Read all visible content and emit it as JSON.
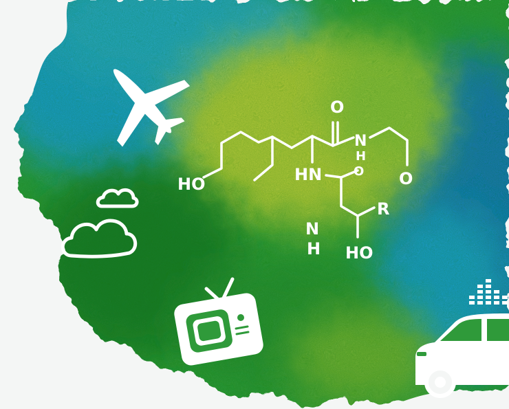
{
  "colors": {
    "paper": "#f4f6f5",
    "blue": "#1f9ccc",
    "deep_blue": "#1677b8",
    "green": "#2f9a3a",
    "dark_green": "#1f7a2c",
    "lime": "#b6c93a",
    "line_art": "#ffffff"
  },
  "icons": [
    "airplane-icon",
    "cloud-icon",
    "television-icon",
    "equalizer-icon",
    "car-icon"
  ],
  "molecule": {
    "labels": {
      "ho_left": "HO",
      "o_top": "O",
      "n_right": "N",
      "h_right": "H",
      "hn": "HN",
      "o_mid": "O",
      "o_right": "O",
      "r": "R",
      "n_lower": "N",
      "h_lower": "H",
      "ho_bottom": "HO"
    }
  }
}
